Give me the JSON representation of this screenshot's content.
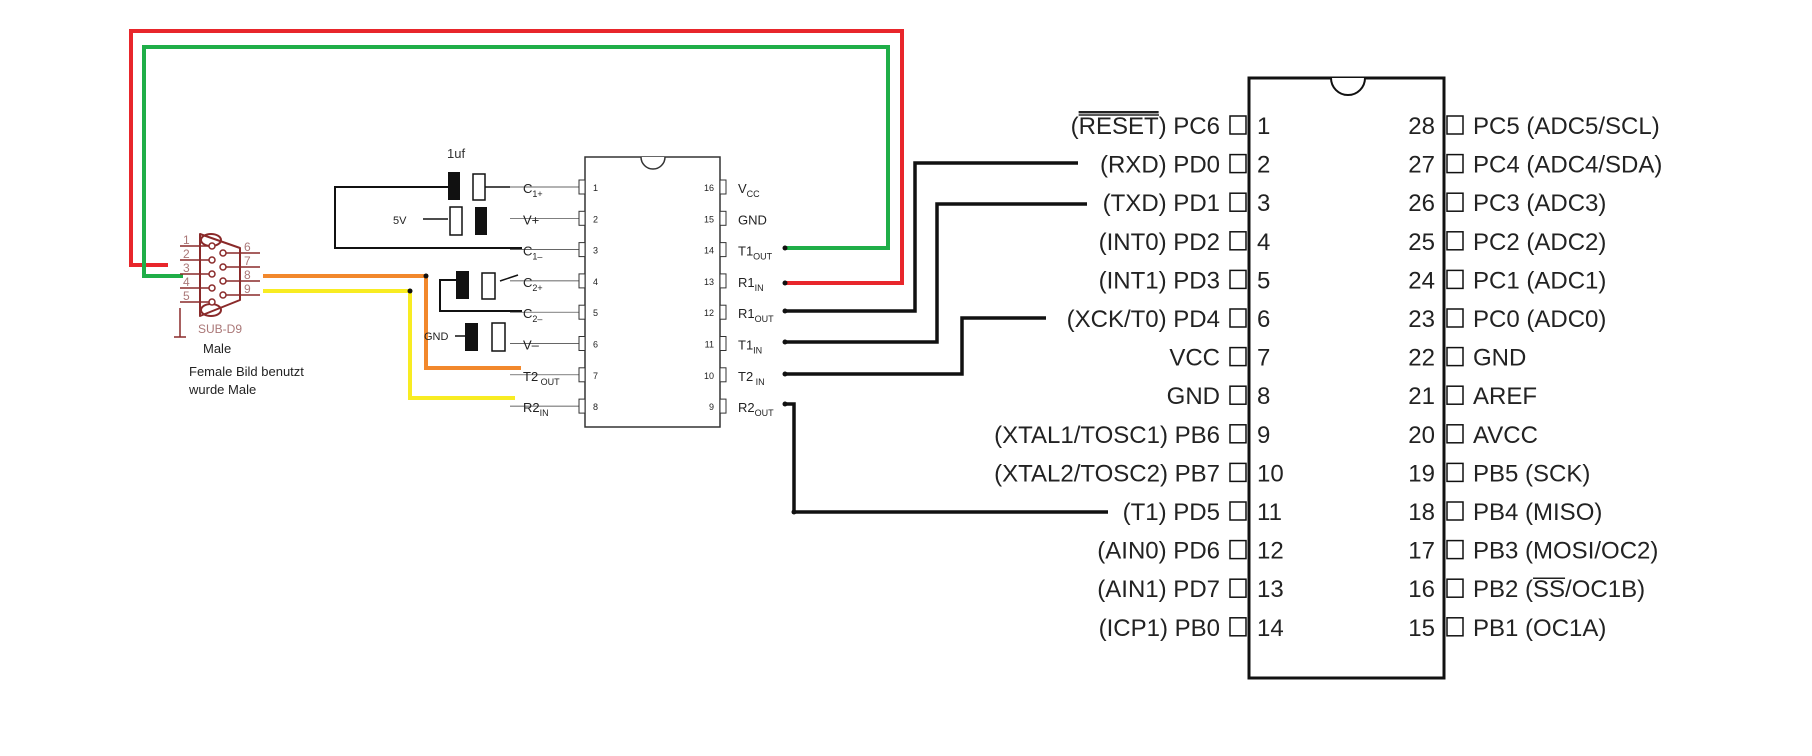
{
  "colors": {
    "wire_red": "#e8262b",
    "wire_green": "#1fae48",
    "wire_orange": "#f2882c",
    "wire_yellow": "#f8ec22",
    "wire_black": "#111111",
    "connector": "#8a2a2a"
  },
  "max232": {
    "left_pins": [
      {
        "num": "1",
        "label": "C",
        "sub": "1+"
      },
      {
        "num": "2",
        "label": "V+",
        "sub": ""
      },
      {
        "num": "3",
        "label": "C",
        "sub": "1–"
      },
      {
        "num": "4",
        "label": "C",
        "sub": "2+"
      },
      {
        "num": "5",
        "label": "C",
        "sub": "2–"
      },
      {
        "num": "6",
        "label": "V–",
        "sub": ""
      },
      {
        "num": "7",
        "label": "T2",
        "sub": " OUT"
      },
      {
        "num": "8",
        "label": "R2",
        "sub": "IN"
      }
    ],
    "right_pins": [
      {
        "num": "16",
        "label": "V",
        "sub": "CC"
      },
      {
        "num": "15",
        "label": "GND",
        "sub": ""
      },
      {
        "num": "14",
        "label": "T1",
        "sub": "OUT"
      },
      {
        "num": "13",
        "label": "R1",
        "sub": "IN"
      },
      {
        "num": "12",
        "label": "R1",
        "sub": "OUT"
      },
      {
        "num": "11",
        "label": "T1",
        "sub": "IN"
      },
      {
        "num": "10",
        "label": "T2",
        "sub": " IN"
      },
      {
        "num": "9",
        "label": "R2",
        "sub": "OUT"
      }
    ]
  },
  "capacitors": {
    "c1_value": "1uf",
    "vplus_label": "5V",
    "vminus_label": "GND"
  },
  "connector": {
    "pins_left": [
      "1",
      "2",
      "3",
      "4",
      "5"
    ],
    "pins_right": [
      "6",
      "7",
      "8",
      "9"
    ],
    "name": "SUB-D9",
    "gender": "Male",
    "note_line1": "Female Bild benutzt",
    "note_line2": "wurde Male"
  },
  "atmega": {
    "left_pins": [
      {
        "num": "1",
        "prefix": "(",
        "over": "RESET",
        "label": ") PC6"
      },
      {
        "num": "2",
        "prefix": "",
        "over": "",
        "label": "(RXD) PD0"
      },
      {
        "num": "3",
        "prefix": "",
        "over": "",
        "label": "(TXD) PD1"
      },
      {
        "num": "4",
        "prefix": "",
        "over": "",
        "label": "(INT0) PD2"
      },
      {
        "num": "5",
        "prefix": "",
        "over": "",
        "label": "(INT1) PD3"
      },
      {
        "num": "6",
        "prefix": "",
        "over": "",
        "label": "(XCK/T0) PD4"
      },
      {
        "num": "7",
        "prefix": "",
        "over": "",
        "label": "VCC"
      },
      {
        "num": "8",
        "prefix": "",
        "over": "",
        "label": "GND"
      },
      {
        "num": "9",
        "prefix": "",
        "over": "",
        "label": "(XTAL1/TOSC1) PB6"
      },
      {
        "num": "10",
        "prefix": "",
        "over": "",
        "label": "(XTAL2/TOSC2) PB7"
      },
      {
        "num": "11",
        "prefix": "",
        "over": "",
        "label": "(T1) PD5"
      },
      {
        "num": "12",
        "prefix": "",
        "over": "",
        "label": "(AIN0) PD6"
      },
      {
        "num": "13",
        "prefix": "",
        "over": "",
        "label": "(AIN1) PD7"
      },
      {
        "num": "14",
        "prefix": "",
        "over": "",
        "label": "(ICP1) PB0"
      }
    ],
    "right_pins": [
      {
        "num": "28",
        "label": "PC5 (ADC5/SCL)",
        "over": "",
        "suffix": ""
      },
      {
        "num": "27",
        "label": "PC4 (ADC4/SDA)",
        "over": "",
        "suffix": ""
      },
      {
        "num": "26",
        "label": "PC3 (ADC3)",
        "over": "",
        "suffix": ""
      },
      {
        "num": "25",
        "label": "PC2 (ADC2)",
        "over": "",
        "suffix": ""
      },
      {
        "num": "24",
        "label": "PC1 (ADC1)",
        "over": "",
        "suffix": ""
      },
      {
        "num": "23",
        "label": "PC0 (ADC0)",
        "over": "",
        "suffix": ""
      },
      {
        "num": "22",
        "label": "GND",
        "over": "",
        "suffix": ""
      },
      {
        "num": "21",
        "label": "AREF",
        "over": "",
        "suffix": ""
      },
      {
        "num": "20",
        "label": "AVCC",
        "over": "",
        "suffix": ""
      },
      {
        "num": "19",
        "label": "PB5 (SCK)",
        "over": "",
        "suffix": ""
      },
      {
        "num": "18",
        "label": "PB4 (MISO)",
        "over": "",
        "suffix": ""
      },
      {
        "num": "17",
        "label": "PB3 (MOSI/OC2)",
        "over": "",
        "suffix": ""
      },
      {
        "num": "16",
        "label": "PB2 (",
        "over": "SS",
        "suffix": "/OC1B)"
      },
      {
        "num": "15",
        "label": "PB1 (OC1A)",
        "over": "",
        "suffix": ""
      }
    ]
  }
}
